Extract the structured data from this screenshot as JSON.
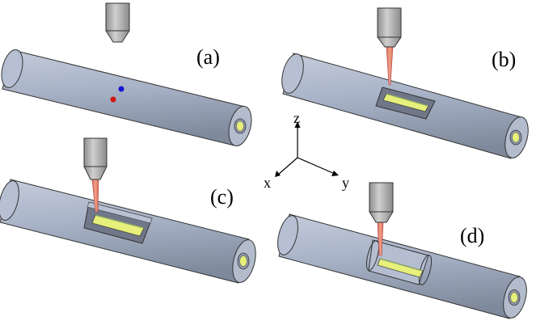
{
  "panels": [
    {
      "id": "a",
      "label": "(a)"
    },
    {
      "id": "b",
      "label": "(b)"
    },
    {
      "id": "c",
      "label": "(c)"
    },
    {
      "id": "d",
      "label": "(d)"
    }
  ],
  "axes": {
    "z": "z",
    "x": "x",
    "y": "y"
  },
  "colors": {
    "tube": "#a9b3c7",
    "tube_dark": "#7d879b",
    "nozzle": "#b8b8b8",
    "beam": "#e8836a",
    "core": "#e6f07a",
    "dot_blue": "#1414d2",
    "dot_red": "#d21414"
  }
}
